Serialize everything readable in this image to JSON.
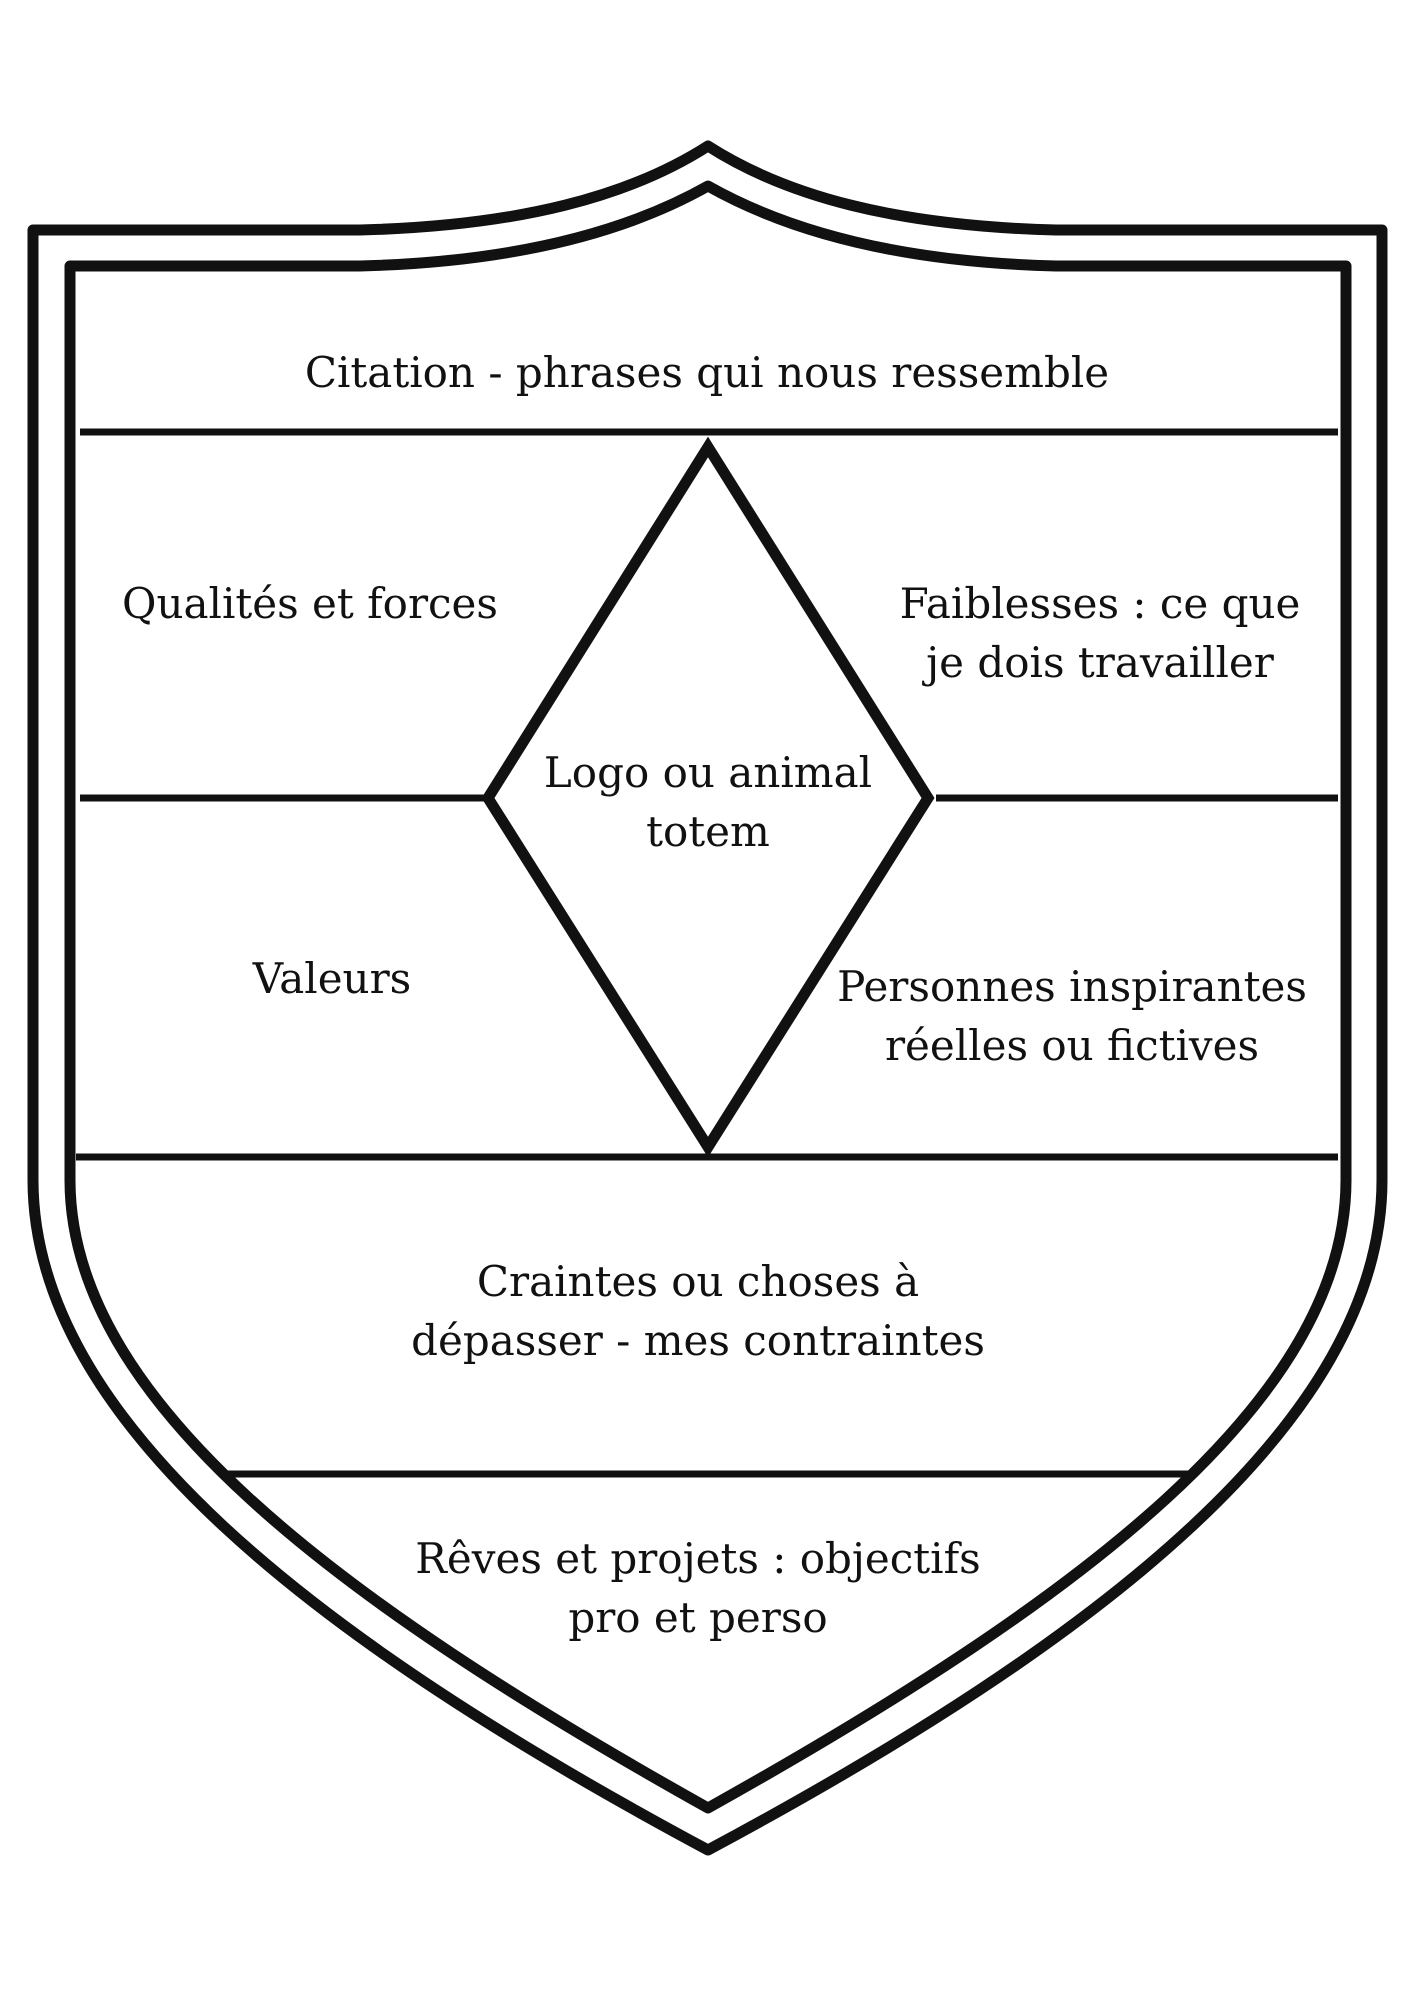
{
  "crest": {
    "stroke_color": "#111111",
    "background": "#ffffff",
    "sections": {
      "citation": {
        "lines": [
          "Citation - phrases qui nous ressemble"
        ]
      },
      "qualites": {
        "lines": [
          "Qualités et forces"
        ]
      },
      "faiblesses": {
        "lines": [
          "Faiblesses : ce que",
          "je dois travailler"
        ]
      },
      "logo": {
        "lines": [
          "Logo ou animal",
          "totem"
        ]
      },
      "valeurs": {
        "lines": [
          "Valeurs"
        ]
      },
      "personnes": {
        "lines": [
          "Personnes inspirantes",
          "réelles ou fictives"
        ]
      },
      "craintes": {
        "lines": [
          "Craintes ou choses à",
          "dépasser - mes contraintes"
        ]
      },
      "reves": {
        "lines": [
          "Rêves et projets : objectifs",
          "pro et perso"
        ]
      }
    }
  }
}
